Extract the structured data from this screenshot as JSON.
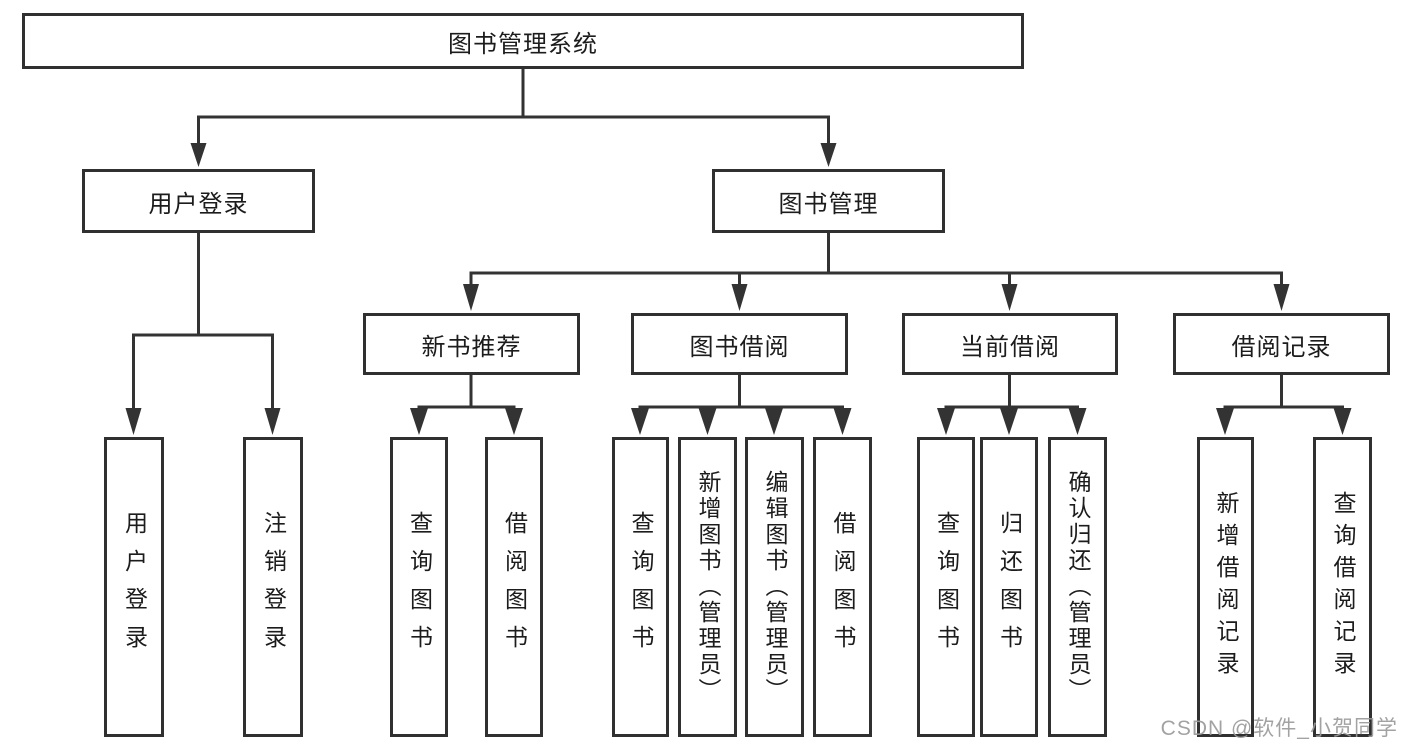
{
  "tree": {
    "root": {
      "label": "图书管理系统",
      "children": [
        {
          "label": "用户登录",
          "children": [
            {
              "label": "用户登录"
            },
            {
              "label": "注销登录"
            }
          ]
        },
        {
          "label": "图书管理",
          "children": [
            {
              "label": "新书推荐",
              "children": [
                {
                  "label": "查询图书"
                },
                {
                  "label": "借阅图书"
                }
              ]
            },
            {
              "label": "图书借阅",
              "children": [
                {
                  "label": "查询图书"
                },
                {
                  "label": "新增图书（管理员）"
                },
                {
                  "label": "编辑图书（管理员）"
                },
                {
                  "label": "借阅图书"
                }
              ]
            },
            {
              "label": "当前借阅",
              "children": [
                {
                  "label": "查询图书"
                },
                {
                  "label": "归还图书"
                },
                {
                  "label": "确认归还（管理员）"
                }
              ]
            },
            {
              "label": "借阅记录",
              "children": [
                {
                  "label": "新增借阅记录"
                },
                {
                  "label": "查询借阅记录"
                }
              ]
            }
          ]
        }
      ]
    }
  },
  "watermark": "CSDN @软件_小贺同学",
  "colors": {
    "line": "#333333",
    "box_border": "#303030",
    "box_fill": "#ffffff",
    "text": "#1c1c1c",
    "watermark": "#9b9b9b",
    "background": "#ffffff"
  }
}
